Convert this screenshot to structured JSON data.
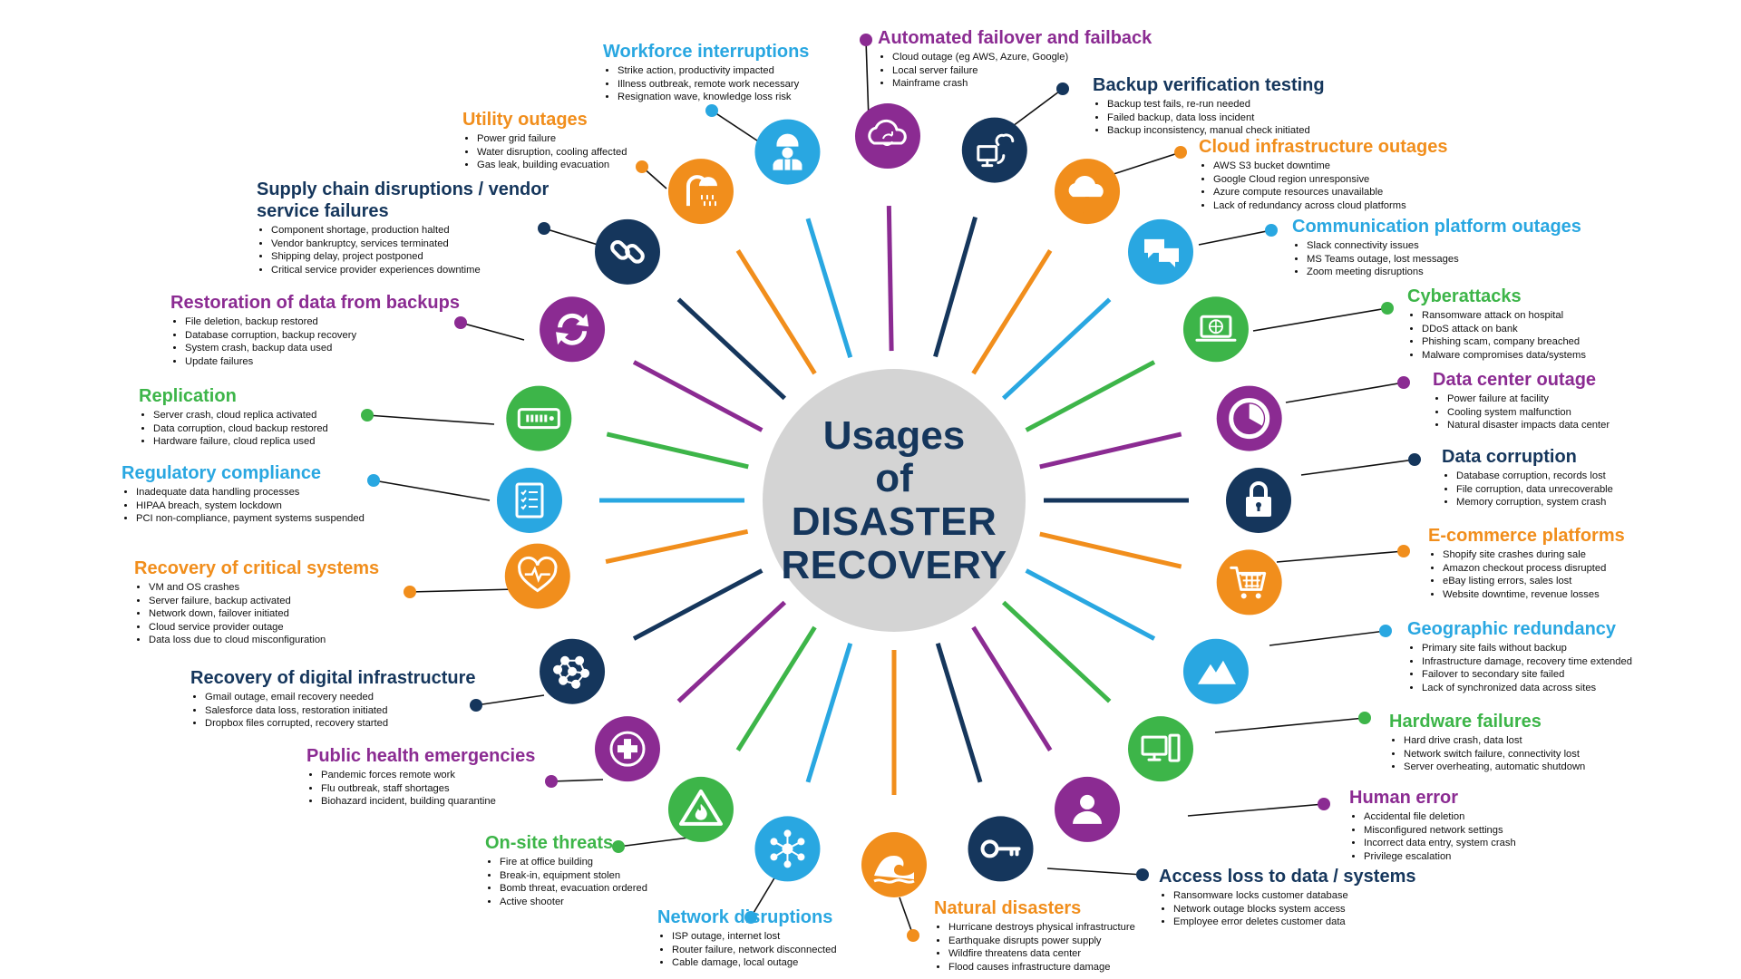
{
  "center": {
    "line1": "Usages",
    "line2": "of",
    "line3": "DISASTER",
    "line4": "RECOVERY"
  },
  "colors": {
    "navy": "#15365c",
    "blue": "#29a7e1",
    "purple": "#8b2b92",
    "orange": "#f18e1c",
    "green": "#3db549",
    "hub": "#d4d4d4"
  },
  "items": [
    {
      "title": "Automated failover and failback",
      "color": "purple",
      "icon": "cloud-sync-icon",
      "bullets": [
        "Cloud outage (eg AWS, Azure, Google)",
        "Local server failure",
        "Mainframe crash"
      ]
    },
    {
      "title": "Backup verification testing",
      "color": "navy",
      "icon": "desktop-cloud-sync-icon",
      "bullets": [
        "Backup test fails, re-run needed",
        "Failed backup, data loss incident",
        "Backup inconsistency, manual check initiated"
      ]
    },
    {
      "title": "Cloud infrastructure outages",
      "color": "orange",
      "icon": "cloud-lightning-icon",
      "bullets": [
        "AWS S3 bucket downtime",
        "Google Cloud region unresponsive",
        "Azure compute resources unavailable",
        "Lack of redundancy across cloud platforms"
      ]
    },
    {
      "title": "Communication platform outages",
      "color": "blue",
      "icon": "chat-bubbles-icon",
      "bullets": [
        "Slack connectivity issues",
        "MS Teams outage, lost messages",
        "Zoom meeting disruptions"
      ]
    },
    {
      "title": "Cyberattacks",
      "color": "green",
      "icon": "laptop-globe-icon",
      "bullets": [
        "Ransomware attack on hospital",
        "DDoS attack on bank",
        "Phishing scam, company breached",
        "Malware compromises data/systems"
      ]
    },
    {
      "title": "Data center outage",
      "color": "purple",
      "icon": "pie-chart-icon",
      "bullets": [
        "Power failure at facility",
        "Cooling system malfunction",
        "Natural disaster impacts data center"
      ]
    },
    {
      "title": "Data corruption",
      "color": "navy",
      "icon": "padlock-icon",
      "bullets": [
        "Database corruption, records lost",
        "File corruption, data unrecoverable",
        "Memory corruption, system crash"
      ]
    },
    {
      "title": "E-commerce platforms",
      "color": "orange",
      "icon": "shopping-cart-icon",
      "bullets": [
        "Shopify site crashes during sale",
        "Amazon checkout process disrupted",
        "eBay listing errors, sales lost",
        "Website downtime, revenue losses"
      ]
    },
    {
      "title": "Geographic redundancy",
      "color": "blue",
      "icon": "mountains-icon",
      "bullets": [
        "Primary site fails without backup",
        "Infrastructure damage, recovery time extended",
        "Failover to secondary site failed",
        "Lack of synchronized data across sites"
      ]
    },
    {
      "title": "Hardware failures",
      "color": "green",
      "icon": "computer-tower-icon",
      "bullets": [
        "Hard drive crash, data lost",
        "Network switch failure, connectivity lost",
        "Server overheating, automatic shutdown"
      ]
    },
    {
      "title": "Human error",
      "color": "purple",
      "icon": "person-icon",
      "bullets": [
        "Accidental file deletion",
        "Misconfigured network settings",
        "Incorrect data entry, system crash",
        "Privilege escalation"
      ]
    },
    {
      "title": "Access loss to data / systems",
      "color": "navy",
      "icon": "key-icon",
      "bullets": [
        "Ransomware locks customer database",
        "Network outage blocks system access",
        "Employee error deletes customer data"
      ]
    },
    {
      "title": "Natural disasters",
      "color": "orange",
      "icon": "wave-icon",
      "bullets": [
        "Hurricane destroys physical infrastructure",
        "Earthquake disrupts power supply",
        "Wildfire threatens data center",
        "Flood causes infrastructure damage"
      ]
    },
    {
      "title": "Network disruptions",
      "color": "blue",
      "icon": "network-nodes-icon",
      "bullets": [
        "ISP outage, internet lost",
        "Router failure, network disconnected",
        "Cable damage, local outage"
      ]
    },
    {
      "title": "On-site threats",
      "color": "green",
      "icon": "fire-warning-icon",
      "bullets": [
        "Fire at office building",
        "Break-in, equipment stolen",
        "Bomb threat, evacuation ordered",
        "Active shooter"
      ]
    },
    {
      "title": "Public health emergencies",
      "color": "purple",
      "icon": "medical-cross-icon",
      "bullets": [
        "Pandemic forces remote work",
        "Flu outbreak, staff shortages",
        "Biohazard incident, building quarantine"
      ]
    },
    {
      "title": "Recovery of digital infrastructure",
      "color": "navy",
      "icon": "molecule-network-icon",
      "bullets": [
        "Gmail outage, email recovery needed",
        "Salesforce data loss, restoration initiated",
        "Dropbox files corrupted, recovery started"
      ]
    },
    {
      "title": "Recovery of critical systems",
      "color": "orange",
      "icon": "heart-pulse-icon",
      "bullets": [
        "VM and OS crashes",
        "Server failure, backup activated",
        "Network down, failover initiated",
        "Cloud service provider outage",
        "Data loss due to cloud misconfiguration"
      ]
    },
    {
      "title": "Regulatory compliance",
      "color": "blue",
      "icon": "checklist-icon",
      "bullets": [
        "Inadequate data handling processes",
        "HIPAA breach, system lockdown",
        "PCI non-compliance, payment systems suspended"
      ]
    },
    {
      "title": "Replication",
      "color": "green",
      "icon": "server-rack-icon",
      "bullets": [
        "Server crash, cloud replica activated",
        "Data corruption, cloud backup restored",
        "Hardware failure, cloud replica used"
      ]
    },
    {
      "title": "Restoration of data from backups",
      "color": "purple",
      "icon": "refresh-arrows-icon",
      "bullets": [
        "File deletion, backup restored",
        "Database corruption, backup recovery",
        "System crash, backup data used",
        "Update failures"
      ]
    },
    {
      "title": "Supply chain disruptions / vendor service failures",
      "color": "navy",
      "icon": "chain-link-icon",
      "bullets": [
        "Component shortage, production halted",
        "Vendor bankruptcy, services terminated",
        "Shipping delay, project postponed",
        "Critical service provider experiences downtime"
      ]
    },
    {
      "title": "Utility outages",
      "color": "orange",
      "icon": "shower-icon",
      "bullets": [
        "Power grid failure",
        "Water disruption, cooling affected",
        "Gas leak, building evacuation"
      ]
    },
    {
      "title": "Workforce interruptions",
      "color": "blue",
      "icon": "worker-icon",
      "bullets": [
        "Strike action, productivity impacted",
        "Illness outbreak, remote work necessary",
        "Resignation wave, knowledge loss risk"
      ]
    }
  ]
}
